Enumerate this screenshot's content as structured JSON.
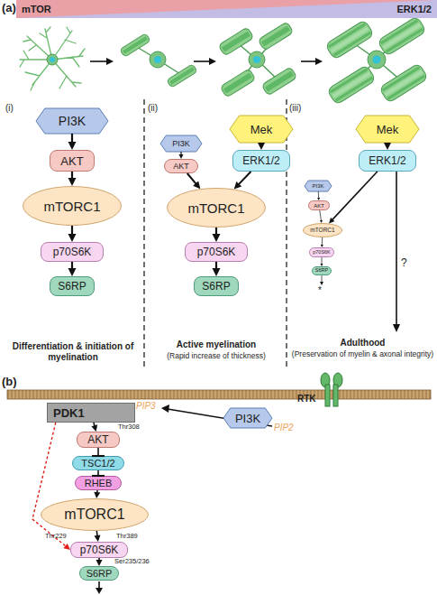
{
  "diagram": {
    "nodes": [
      {
        "text": [
          "mTOR",
          "ERK1/2"
        ]
      },
      {
        "text": [
          "PI3K"
        ]
      },
      {
        "text": [
          "AKT"
        ]
      },
      {
        "text": [
          "mTORC1"
        ]
      },
      {
        "text": [
          "p70S6K"
        ]
      },
      {
        "text": [
          "S6RP"
        ]
      },
      {
        "text": [
          "PI3K"
        ]
      },
      {
        "text": [
          "AKT"
        ]
      },
      {
        "text": [
          "Mek"
        ]
      },
      {
        "text": [
          "ERK1/2"
        ]
      },
      {
        "text": [
          "mTORC1"
        ]
      },
      {
        "text": [
          "p70S6K"
        ]
      },
      {
        "text": [
          "S6RP"
        ]
      },
      {
        "text": [
          "Mek"
        ]
      },
      {
        "text": [
          "ERK1/2"
        ]
      },
      {
        "text": [
          "PI3K"
        ]
      },
      {
        "text": [
          "AKT"
        ]
      },
      {
        "text": [
          "mTORC1"
        ]
      },
      {
        "text": [
          "p70S6K"
        ]
      },
      {
        "text": [
          "S6RP"
        ]
      },
      {
        "text": [
          "PDK1"
        ]
      },
      {
        "text": [
          "RTK"
        ]
      },
      {
        "text": [
          "PI3K"
        ]
      },
      {
        "text": [
          "AKT"
        ]
      },
      {
        "text": [
          "TSC1/2"
        ]
      },
      {
        "text": [
          "RHEB"
        ]
      },
      {
        "text": [
          "mTORC1"
        ]
      },
      {
        "text": [
          "p70S6K"
        ]
      },
      {
        "text": [
          "S6RP"
        ]
      }
    ],
    "edges": [
      {
        "from": 1,
        "to": 2,
        "arrow": "to"
      },
      {
        "from": 2,
        "to": 3,
        "arrow": "to"
      },
      {
        "from": 3,
        "to": 4,
        "arrow": "to"
      },
      {
        "from": 4,
        "to": 5,
        "arrow": "to"
      },
      {
        "from": 6,
        "to": 7,
        "arrow": "to"
      },
      {
        "from": 8,
        "to": 9,
        "arrow": "to"
      },
      {
        "from": 7,
        "to": 10,
        "arrow": "to"
      },
      {
        "from": 9,
        "to": 10,
        "arrow": "to"
      },
      {
        "from": 10,
        "to": 11,
        "arrow": "to"
      },
      {
        "from": 11,
        "to": 12,
        "arrow": "to"
      },
      {
        "from": 13,
        "to": 14,
        "arrow": "to"
      },
      {
        "from": 15,
        "to": 16,
        "arrow": "to"
      },
      {
        "from": 16,
        "to": 17,
        "arrow": "to"
      },
      {
        "from": 14,
        "to": 17,
        "arrow": "to"
      },
      {
        "from": 17,
        "to": 18,
        "arrow": "to"
      },
      {
        "from": 18,
        "to": 19,
        "arrow": "to"
      },
      {
        "from": 20,
        "to": 23,
        "arrow": "to"
      },
      {
        "from": 23,
        "to": 24,
        "arrow": "to"
      },
      {
        "from": 24,
        "to": 25,
        "arrow": "to"
      },
      {
        "from": 25,
        "to": 26,
        "arrow": "to"
      },
      {
        "from": 26,
        "to": 27,
        "arrow": "to"
      },
      {
        "from": 27,
        "to": 28,
        "arrow": "to"
      },
      {
        "from": 20,
        "to": 27,
        "arrow": "to"
      }
    ],
    "labels": [
      "(a)",
      "(i)",
      "(ii)",
      "(iii)",
      "Differentiation & initiation of myelination",
      "Active myelination",
      "(Rapid increase of thickness)",
      "Adulthood",
      "(Preservation of myelin & axonal integrity)",
      "*",
      "?",
      "(b)",
      "PIP3",
      "PIP2",
      "Thr308",
      "Thr229",
      "Thr389",
      "Ser235/236"
    ]
  }
}
